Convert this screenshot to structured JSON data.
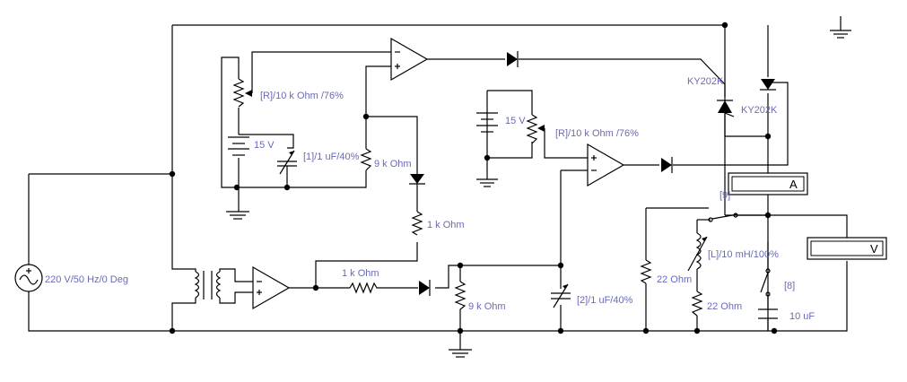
{
  "labels": {
    "source": "220 V/50 Hz/0 Deg",
    "pot1": "[R]/10 k Ohm /76%",
    "pot2": "[R]/10 k Ohm /76%",
    "bat1": "15 V",
    "bat2": "15 V",
    "cap1": "[1]/1 uF/40%",
    "res_9k_top": "9 k Ohm",
    "res_1k_vert": "1 k Ohm",
    "res_1k_horiz": "1 k Ohm",
    "res_9k_bottom": "9 k Ohm",
    "cap2": "[2]/1 uF/40%",
    "thyristor1": "KY202K",
    "thyristor2": "KY202K",
    "switch9": "[9]",
    "switch8": "[8]",
    "inductor": "[L]/10 mH/100%",
    "res22_a": "22  Ohm",
    "res22_b": "22  Ohm",
    "cap10": "10 uF",
    "ammeter": "A",
    "voltmeter": "V"
  },
  "colors": {
    "label": "#6a6ab8",
    "wire": "#000000"
  }
}
